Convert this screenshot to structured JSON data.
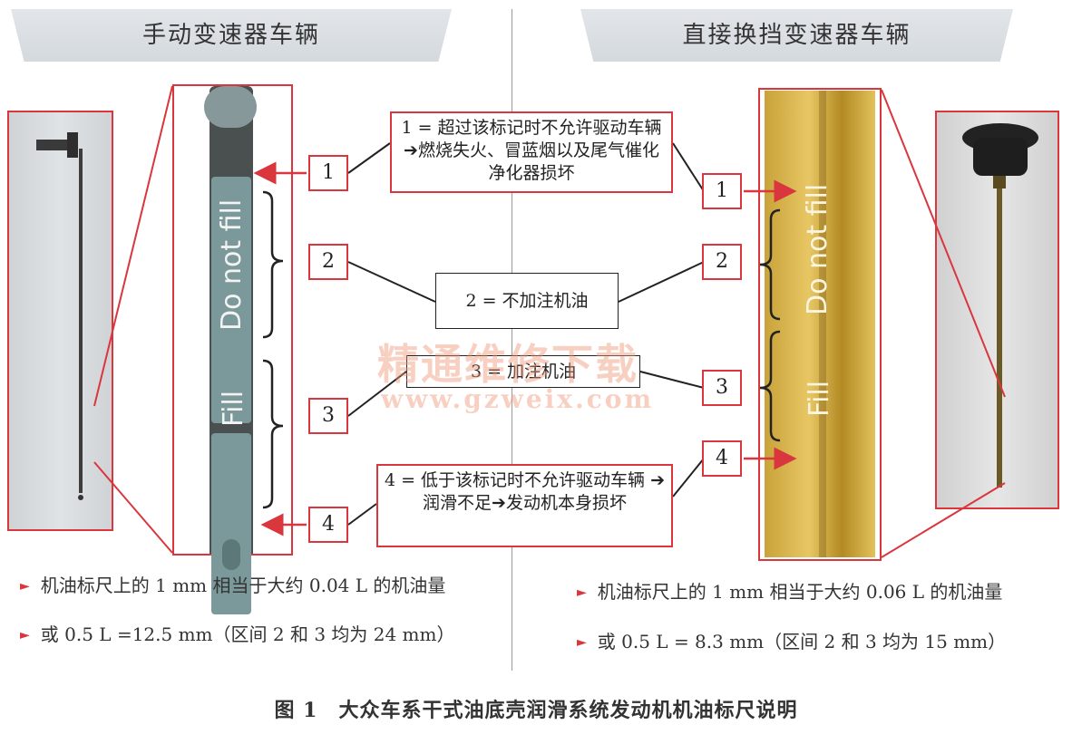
{
  "headers": {
    "left": "手动变速器车辆",
    "right": "直接换挡变速器车辆"
  },
  "dipstick_labels": {
    "do_not_fill": "Do not fill",
    "fill": "Fill"
  },
  "markers": [
    "1",
    "2",
    "3",
    "4"
  ],
  "callouts": {
    "c1": "1 = 超过该标记时不允许驱动车辆 ➔燃烧失火、冒蓝烟以及尾气催化净化器损坏",
    "c2": "2 = 不加注机油",
    "c3": "3 = 加注机油",
    "c4": "4 = 低于该标记时不允许驱动车辆 ➔润滑不足➔发动机本身损坏"
  },
  "notes": {
    "left_1": "机油标尺上的 1 mm 相当于大约 0.04 L 的机油量",
    "left_2": "或 0.5 L =12.5 mm（区间 2 和 3 均为 24 mm）",
    "right_1": "机油标尺上的 1 mm 相当于大约 0.06 L 的机油量",
    "right_2": "或 0.5 L = 8.3 mm（区间 2 和 3 均为 15 mm）"
  },
  "bullet_glyph": "►",
  "watermark": {
    "cn": "精通维修下载",
    "url": "www.gzweix.com"
  },
  "caption": "图 1　大众车系干式油底壳润滑系统发动机机油标尺说明",
  "colors": {
    "accent_red": "#d9363e",
    "header_bg": "#d4d9de",
    "stick_gray": "#7b999a",
    "stick_gold": "#e7c764"
  }
}
